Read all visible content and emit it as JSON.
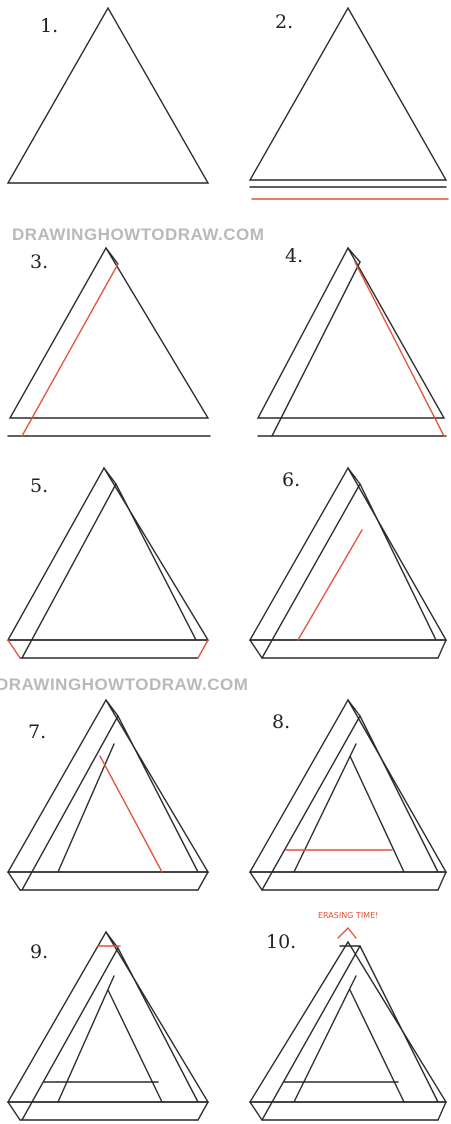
{
  "steps": [
    {
      "label": "1."
    },
    {
      "label": "2."
    },
    {
      "label": "3."
    },
    {
      "label": "4."
    },
    {
      "label": "5."
    },
    {
      "label": "6."
    },
    {
      "label": "7."
    },
    {
      "label": "8."
    },
    {
      "label": "9."
    },
    {
      "label": "10."
    }
  ],
  "watermarks": [
    "DRAWINGHOWTODRAW.COM",
    "DRAWINGHOWTODRAW.COM"
  ],
  "annotation": "ERASING TIME!",
  "colors": {
    "ink": "#2a2a2a",
    "highlight": "#e2513a",
    "watermark": "#b9b9b9"
  }
}
